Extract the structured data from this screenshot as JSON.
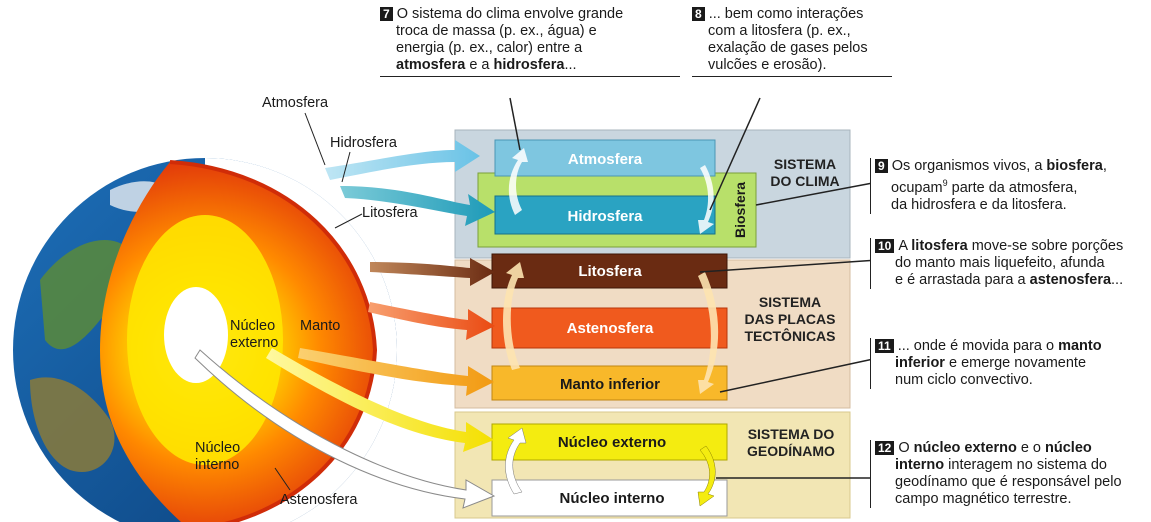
{
  "globe_labels": {
    "atmosfera": "Atmosfera",
    "hidrosfera": "Hidrosfera",
    "litosfera": "Litosfera",
    "manto": "Manto",
    "nucleo_externo_1": "Núcleo",
    "nucleo_externo_2": "externo",
    "nucleo_interno_1": "Núcleo",
    "nucleo_interno_2": "interno",
    "astenosfera": "Astenosfera"
  },
  "layers": {
    "atmosfera": "Atmosfera",
    "hidrosfera": "Hidrosfera",
    "biosfera": "Biosfera",
    "litosfera": "Litosfera",
    "astenosfera": "Astenosfera",
    "manto_inferior": "Manto inferior",
    "nucleo_externo": "Núcleo externo",
    "nucleo_interno": "Núcleo interno"
  },
  "systems": {
    "clima_1": "SISTEMA",
    "clima_2": "DO CLIMA",
    "placas_1": "SISTEMA",
    "placas_2": "DAS PLACAS",
    "placas_3": "TECTÔNICAS",
    "geo_1": "SISTEMA DO",
    "geo_2": "GEODÍNAMO"
  },
  "notes": {
    "n7": {
      "num": "7",
      "t1": "O sistema do clima envolve grande",
      "t2": "troca de massa (p. ex., água) e",
      "t3": "energia (p. ex., calor) entre a",
      "b1": "atmosfera",
      "t4": " e a ",
      "b2": "hidrosfera",
      "t5": "..."
    },
    "n8": {
      "num": "8",
      "t1": "... bem como interações",
      "t2": "com a litosfera (p. ex.,",
      "t3": "exalação de gases pelos",
      "t4": "vulcões e erosão)."
    },
    "n9": {
      "num": "9",
      "t1": "Os organismos vivos, a ",
      "b1": "biosfera",
      "t2": ",",
      "t3": "ocupam",
      "sup": "9",
      "t4": " parte da atmosfera,",
      "t5": "da hidrosfera e da litosfera."
    },
    "n10": {
      "num": "10",
      "t1": "A ",
      "b1": "litosfera",
      "t2": " move-se sobre porções",
      "t3": "do manto mais liquefeito, afunda",
      "t4": "e é arrastada para a ",
      "b2": "astenosfera",
      "t5": "..."
    },
    "n11": {
      "num": "11",
      "t1": "... onde é movida para o ",
      "b1": "manto",
      "b2": "inferior",
      "t2": " e emerge novamente",
      "t3": "num ciclo convectivo."
    },
    "n12": {
      "num": "12",
      "t1": "O ",
      "b1": "núcleo externo",
      "t2": " e o ",
      "b2": "núcleo",
      "b3": "interno",
      "t3": " interagem no sistema do",
      "t4": "geodínamo que é responsável pelo",
      "t5": "campo magnético terrestre."
    }
  },
  "colors": {
    "climate_panel": "#c9d6df",
    "plates_panel": "#f0dcc4",
    "geo_panel": "#f2e6b4",
    "atmosphere": "#7ec6e0",
    "hydrosphere": "#2aa3c2",
    "biosphere": "#b8e06a",
    "lithosphere": "#6a2b12",
    "asthenosphere": "#f05a1e",
    "lower_mantle": "#f8b82a",
    "outer_core": "#f4ec10",
    "inner_core": "#ffffff"
  }
}
